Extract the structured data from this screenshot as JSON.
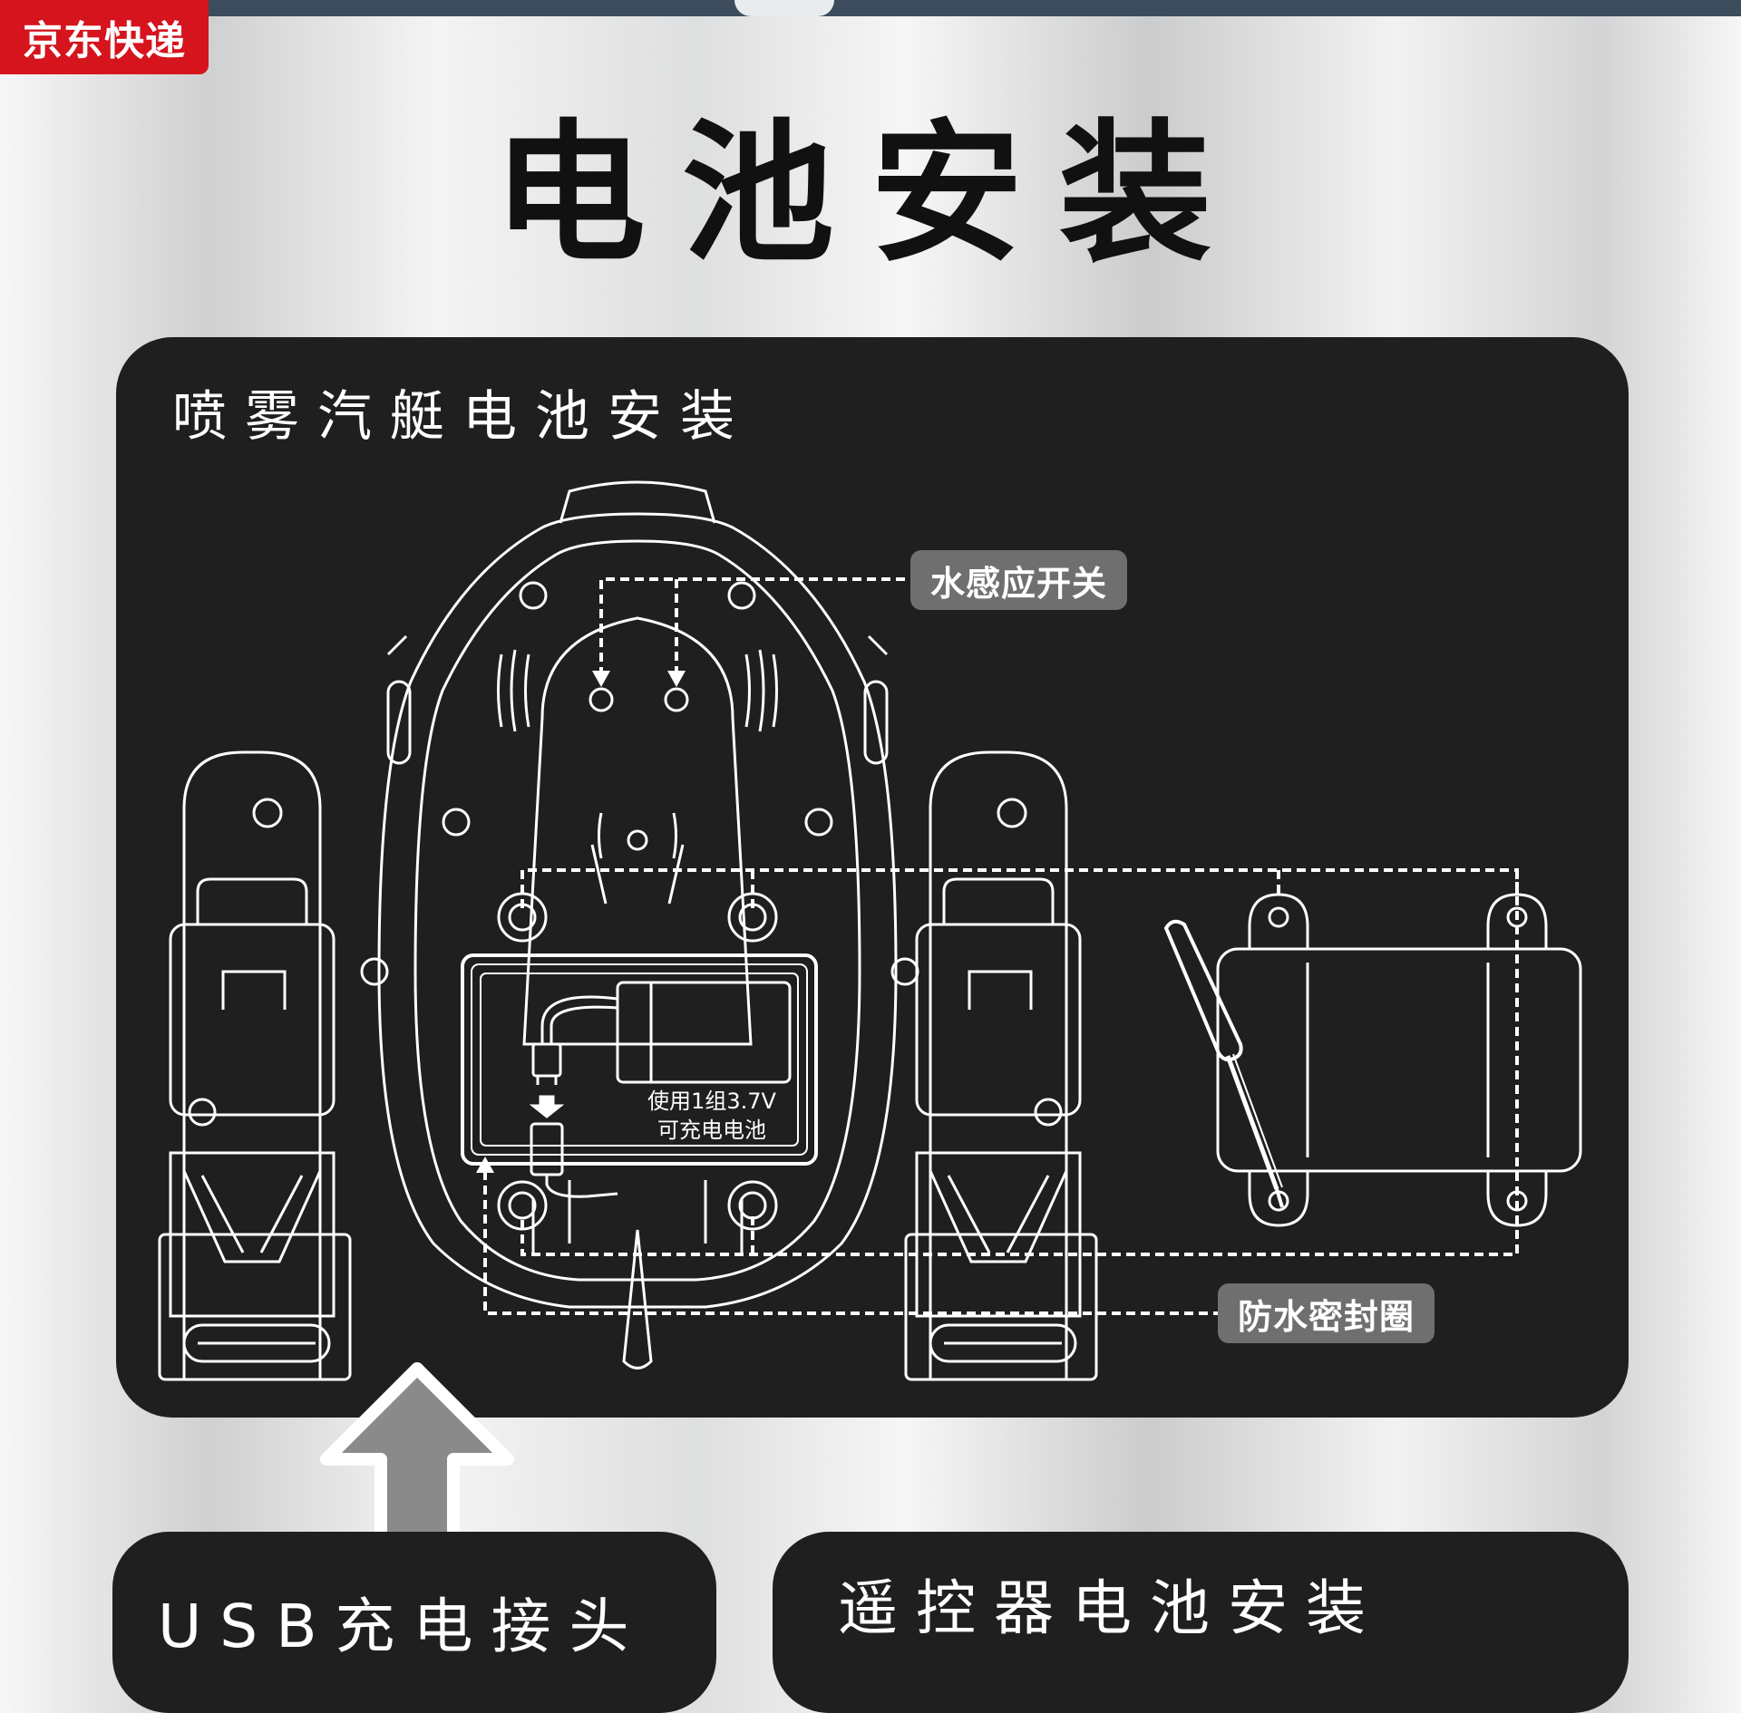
{
  "badge": "京东快递",
  "title": "电池安装",
  "panel": {
    "title": "喷雾汽艇电池安装",
    "labels": {
      "water_switch": "水感应开关",
      "seal": "防水密封圈"
    },
    "battery_note_line1": "使用1组3.7V",
    "battery_note_line2": "可充电电池"
  },
  "cards": {
    "usb": "USB充电接头",
    "remote": "遥控器电池安装"
  },
  "colors": {
    "badge": "#d5141e",
    "panel": "#1f1f1f",
    "tag": "#6f6f6f",
    "line": "#ffffff",
    "arrow": "#8a8a8a"
  }
}
